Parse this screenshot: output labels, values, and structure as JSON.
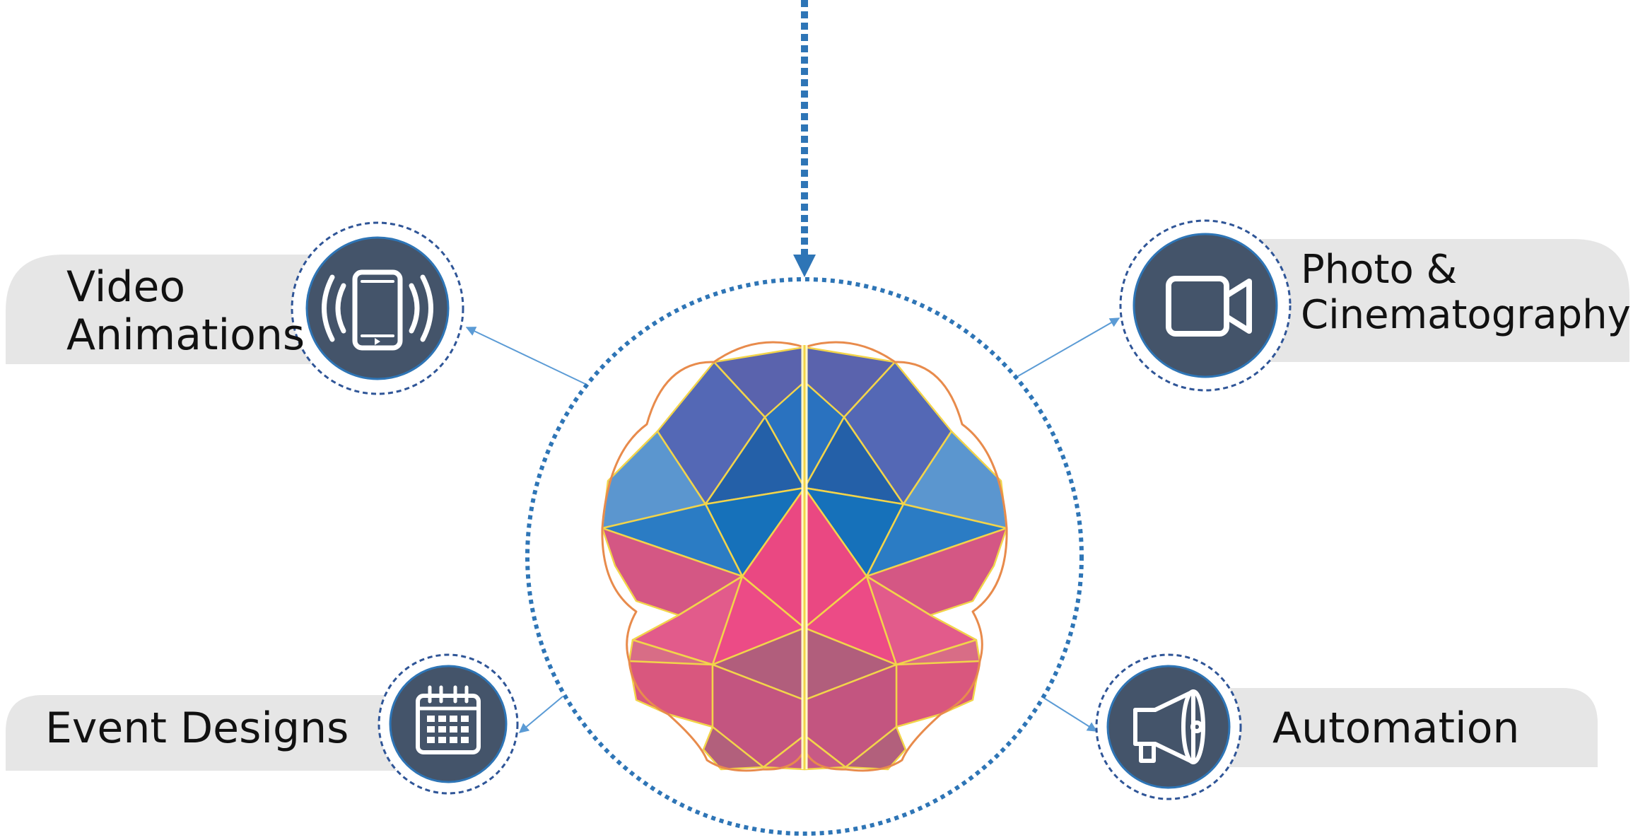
{
  "features": {
    "video_animations": {
      "line1": "Video",
      "line2": "Animations",
      "icon": "vibrating-phone-icon"
    },
    "photo_cinematography": {
      "line1": "Photo &",
      "line2": "Cinematography",
      "icon": "video-camera-icon"
    },
    "event_designs": {
      "line1": "Event Designs",
      "icon": "calendar-icon"
    },
    "automation": {
      "line1": "Automation",
      "icon": "megaphone-icon"
    }
  },
  "center": {
    "icon": "brain-icon"
  },
  "colors": {
    "label_band": "#e6e6e6",
    "icon_circle": "#44546a",
    "dotted_ring": "#2e75b6",
    "arrow": "#5b9bd5",
    "brain_blue": "#2a72bf",
    "brain_pink": "#e0507f"
  }
}
